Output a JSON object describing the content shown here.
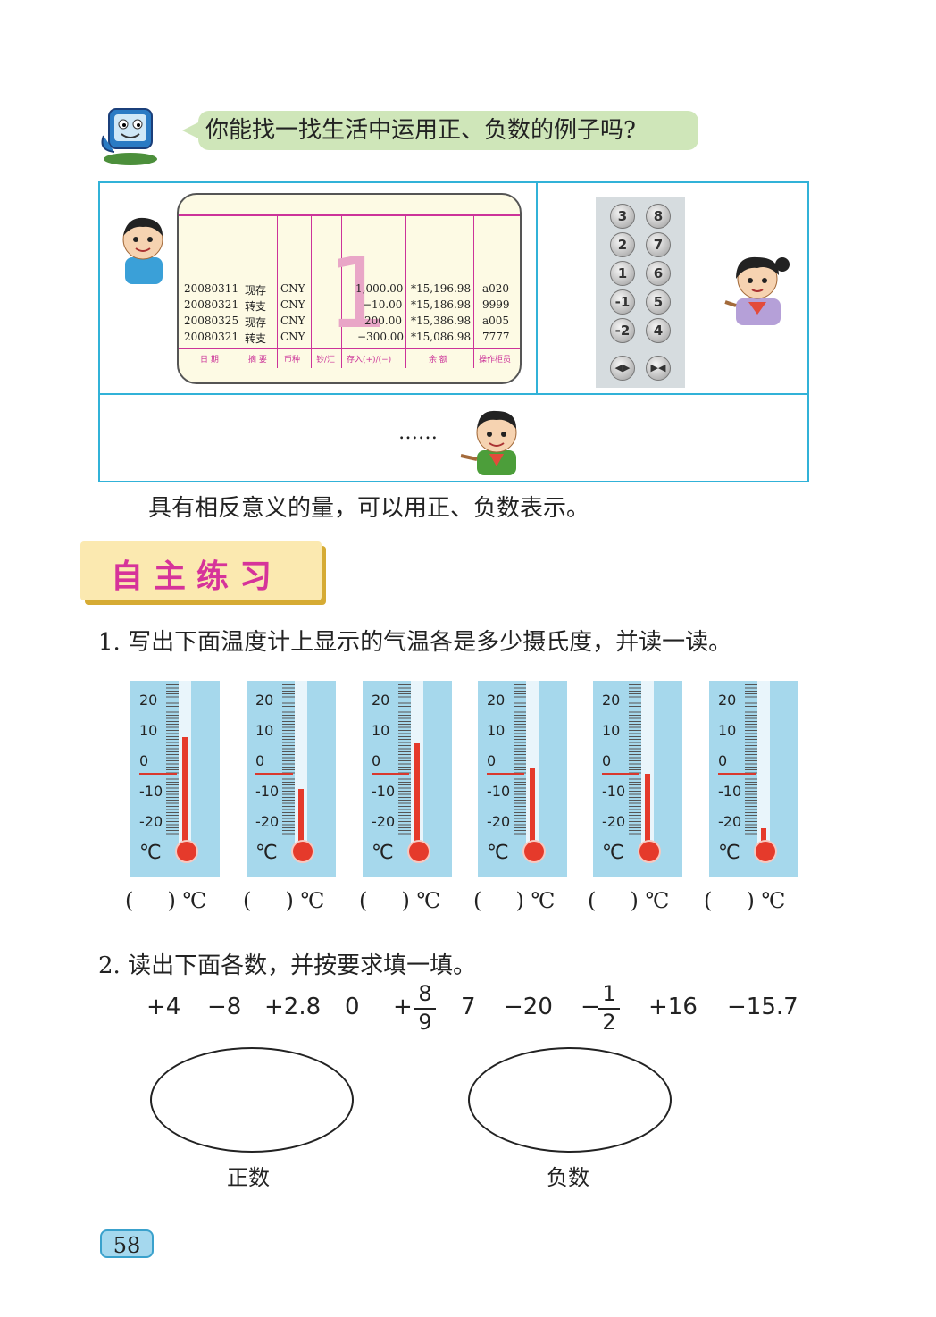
{
  "speech": "你能找一找生活中运用正、负数的例子吗?",
  "passbook": {
    "rows": [
      {
        "date": "20080311",
        "summary": "现存",
        "currency": "CNY",
        "amount": "1,000.00",
        "balance": "*15,196.98",
        "operator": "a020"
      },
      {
        "date": "20080321",
        "summary": "转支",
        "currency": "CNY",
        "amount": "−10.00",
        "balance": "*15,186.98",
        "operator": "9999"
      },
      {
        "date": "20080325",
        "summary": "现存",
        "currency": "CNY",
        "amount": "200.00",
        "balance": "*15,386.98",
        "operator": "a005"
      },
      {
        "date": "20080321",
        "summary": "转支",
        "currency": "CNY",
        "amount": "−300.00",
        "balance": "*15,086.98",
        "operator": "7777"
      }
    ],
    "headers": [
      "日 期",
      "摘 要",
      "币种",
      "钞/汇",
      "存入(+)/(−)",
      "余 额",
      "操作柜员"
    ],
    "watermark": "1"
  },
  "elevator": {
    "buttons": [
      "3",
      "8",
      "2",
      "7",
      "1",
      "6",
      "-1",
      "5",
      "-2",
      "4"
    ],
    "door_icons": [
      "door-open-icon",
      "door-close-icon"
    ]
  },
  "ellipsis": "……",
  "conclusion": "具有相反意义的量，可以用正、负数表示。",
  "section_title": "自主练习",
  "q1": "1. 写出下面温度计上显示的气温各是多少摄氏度，并读一读。",
  "thermometer": {
    "scale_labels": [
      "20",
      "10",
      "0",
      "-10",
      "-20"
    ],
    "unit": "℃",
    "readings": [
      12,
      -5,
      10,
      2,
      0,
      -18
    ]
  },
  "answer_blank": "(     ) ℃",
  "q2": "2. 读出下面各数，并按要求填一填。",
  "numbers": {
    "n1": "+4",
    "n2": "−8",
    "n3": "+2.8",
    "n4": "0",
    "n5_sign": "+",
    "n5_num": "8",
    "n5_den": "9",
    "n6": "7",
    "n7": "−20",
    "n8_sign": "−",
    "n8_num": "1",
    "n8_den": "2",
    "n9": "+16",
    "n10": "−15.7"
  },
  "sets": {
    "positive": "正数",
    "negative": "负数"
  },
  "page_number": "58"
}
